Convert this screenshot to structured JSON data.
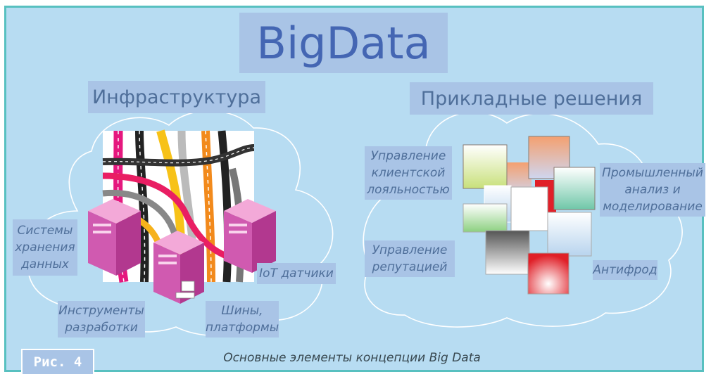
{
  "title": "BigData",
  "infrastructure": {
    "heading": "Инфраструктура",
    "labels": {
      "storage": "Системы\nхранения\nданных",
      "devtools": "Инструменты\nразработки",
      "buses": "Шины,\nплатформы",
      "iot": "IoT датчики"
    }
  },
  "applied": {
    "heading": "Прикладные решения",
    "labels": {
      "loyalty": "Управление\nклиентской\nлояльностью",
      "industrial": "Промышленный\nанализ и\nмоделирование",
      "reputation": "Управление\nрепутацией",
      "antifraud": "Антифрод"
    }
  },
  "figure_label": "Рис. 4",
  "caption": "Основные элементы концепции Big Data"
}
